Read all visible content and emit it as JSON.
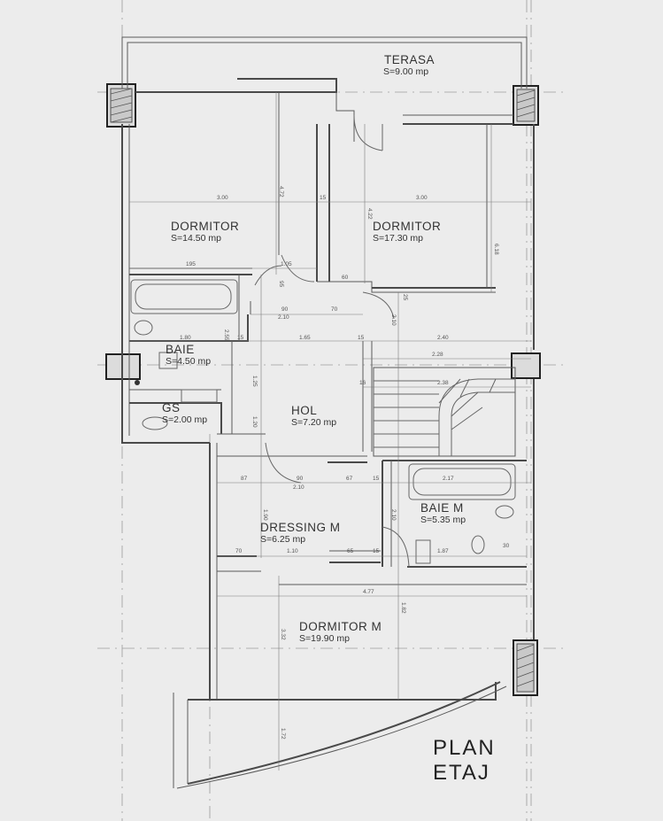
{
  "drawing": {
    "title_line1": "PLAN",
    "title_line2": "ETAJ"
  },
  "rooms": {
    "terasa": {
      "name": "TERASA",
      "area": "S=9.00 mp"
    },
    "dormitor_l": {
      "name": "DORMITOR",
      "area": "S=14.50 mp"
    },
    "dormitor_r": {
      "name": "DORMITOR",
      "area": "S=17.30 mp"
    },
    "baie": {
      "name": "BAIE",
      "area": "S=4.50 mp"
    },
    "gs": {
      "name": "GS",
      "area": "S=2.00 mp"
    },
    "hol": {
      "name": "HOL",
      "area": "S=7.20 mp"
    },
    "dressing_m": {
      "name": "DRESSING M",
      "area": "S=6.25 mp"
    },
    "baie_m": {
      "name": "BAIE M",
      "area": "S=5.35 mp"
    },
    "dormitor_m": {
      "name": "DORMITOR M",
      "area": "S=19.90 mp"
    }
  },
  "dimensions": {
    "d_300_l": "3.00",
    "d_472": "4.72",
    "d_15_a": "15",
    "d_300_r": "3.00",
    "d_422": "4.22",
    "d_618": "6.18",
    "d_195": "195",
    "d_105": "1.05",
    "d_60": "60",
    "d_95": "95",
    "d_90_a": "90",
    "d_70_a": "70",
    "d_210_a": "2.10",
    "d_25_a": "25",
    "d_210_b": "2.10",
    "d_180": "1.80",
    "d_15_b": "15",
    "d_165": "1.65",
    "d_15_c": "15",
    "d_240": "2.40",
    "d_228": "2.28",
    "d_16": "16",
    "d_238": "2.38",
    "d_87": "87",
    "d_90_b": "90",
    "d_67": "67",
    "d_15_d": "15",
    "d_217": "2.17",
    "d_210_c": "2.10",
    "d_210_d": "2.10",
    "d_70_b": "70",
    "d_110": "1.10",
    "d_65": "65",
    "d_15_e": "15",
    "d_187": "1.87",
    "d_30": "30",
    "d_477": "4.77",
    "d_255": "2.55",
    "d_125": "1.25",
    "d_120": "1.20",
    "d_332": "3.32",
    "d_172": "1.72",
    "d_190": "1.90",
    "d_182": "1.82"
  }
}
